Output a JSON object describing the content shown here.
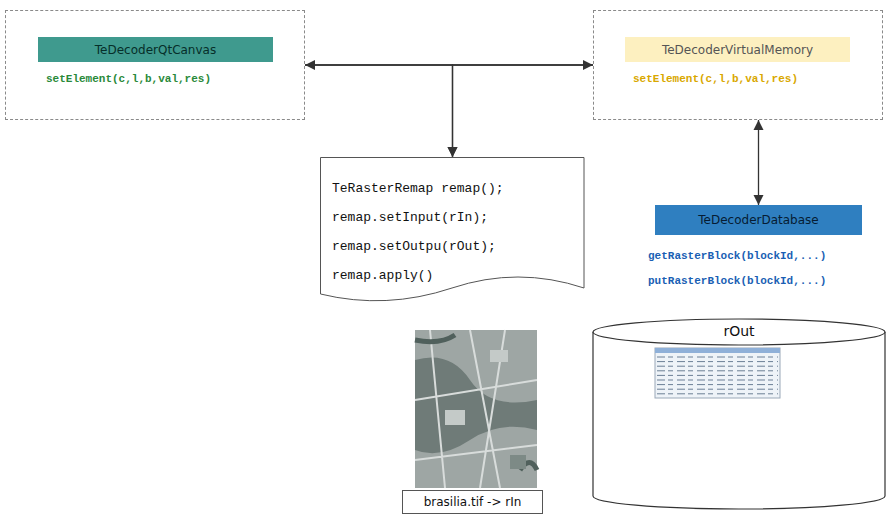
{
  "diagram": {
    "nodes": [
      {
        "text": [
          "TeDecoderQtCanvas",
          "setElement(c,l,b,val,res)"
        ]
      },
      {
        "text": [
          "TeDecoderVirtualMemory",
          "setElement(c,l,b,val,res)"
        ]
      },
      {
        "text": [
          "TeRasterRemap remap();",
          "remap.setInput(rIn);",
          "remap.setOutpu(rOut);",
          "remap.apply()"
        ]
      },
      {
        "text": [
          "TeDecoderDatabase",
          "getRasterBlock(blockId,...)",
          "putRasterBlock(blockId,...)"
        ]
      },
      {
        "text": [
          "rOut"
        ]
      },
      {
        "text": [
          "brasilia.tif -> rIn"
        ]
      }
    ],
    "edges": [
      {
        "from": 0,
        "to": 1,
        "arrow": "both"
      },
      {
        "from": 0,
        "to": 2,
        "arrow": "to"
      },
      {
        "from": 1,
        "to": 2,
        "arrow": "to"
      },
      {
        "from": 1,
        "to": 3,
        "arrow": "both"
      }
    ]
  }
}
